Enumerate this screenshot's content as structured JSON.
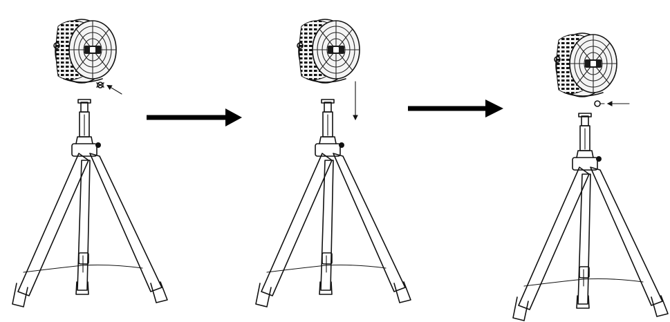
{
  "diagram": {
    "type": "assembly-steps",
    "colors": {
      "line": "#111111",
      "background": "#ffffff"
    },
    "steps": [
      {
        "id": "step-1",
        "action": "insert-screw",
        "indicator": "diagonal-arrow"
      },
      {
        "id": "step-2",
        "action": "lower-fan-head",
        "indicator": "down-arrow"
      },
      {
        "id": "step-3",
        "action": "tighten-screw",
        "indicator": "left-arrow"
      }
    ],
    "connectors": [
      "step-arrow",
      "step-arrow"
    ]
  }
}
